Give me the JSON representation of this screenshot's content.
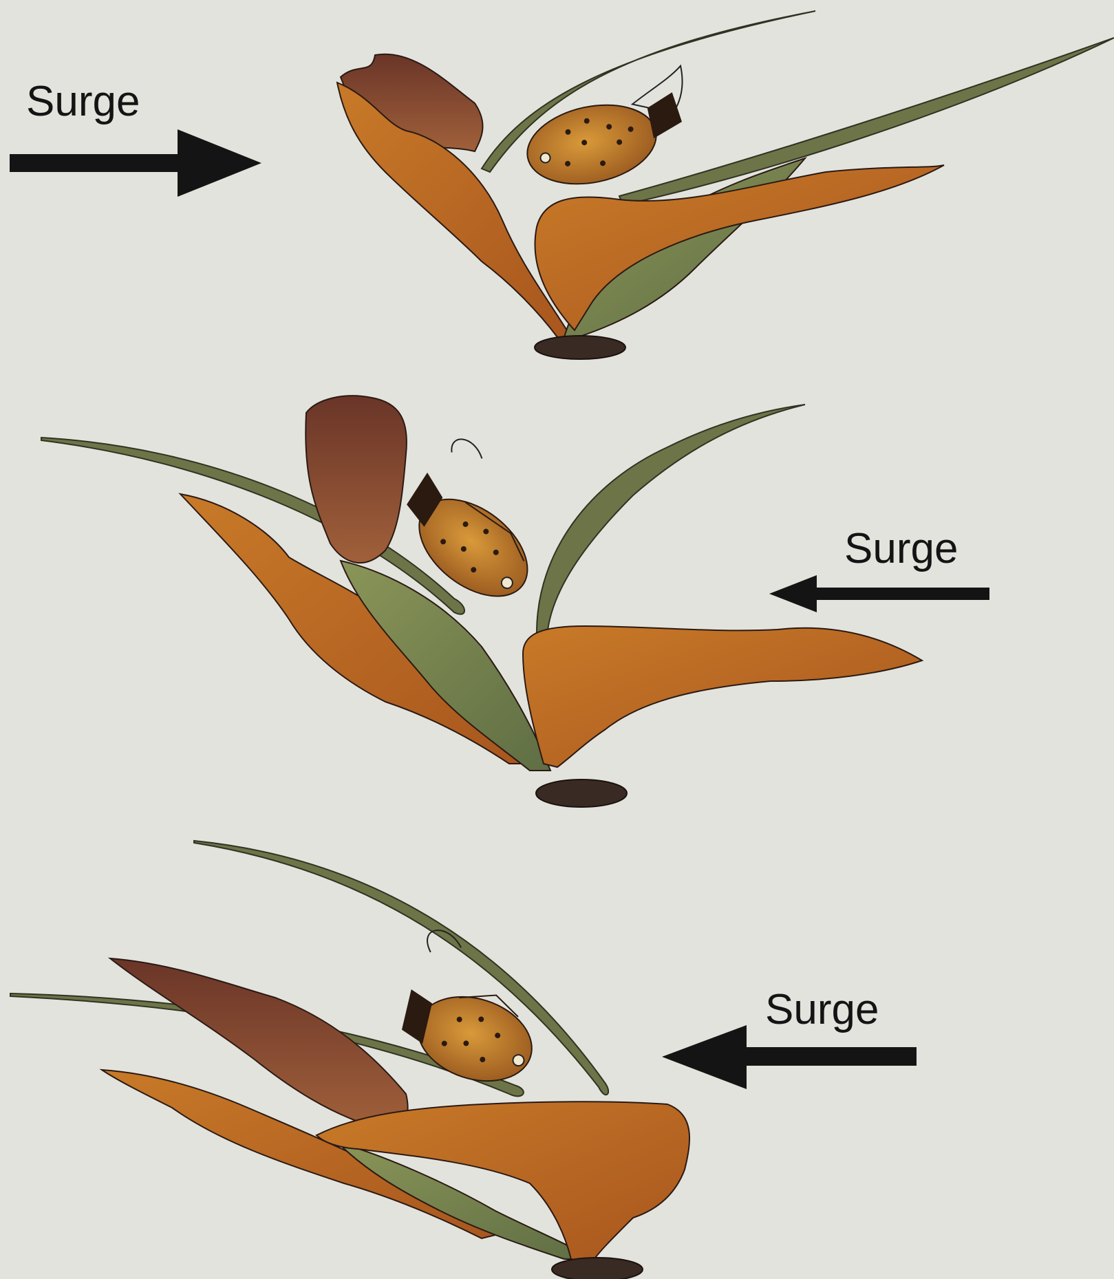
{
  "panels": [
    {
      "id": "top",
      "surge_label": "Surge",
      "surge_direction": "right"
    },
    {
      "id": "middle",
      "surge_label": "Surge",
      "surge_direction": "left"
    },
    {
      "id": "bottom",
      "surge_label": "Surge",
      "surge_direction": "left"
    }
  ],
  "colors": {
    "background": "#e3e3dd",
    "kelp_orange": "#b9691f",
    "kelp_brown": "#6e3a26",
    "kelp_green": "#7a8456",
    "holdfast": "#3a2a24",
    "fish_body": "#c4802a",
    "arrow": "#141414"
  }
}
